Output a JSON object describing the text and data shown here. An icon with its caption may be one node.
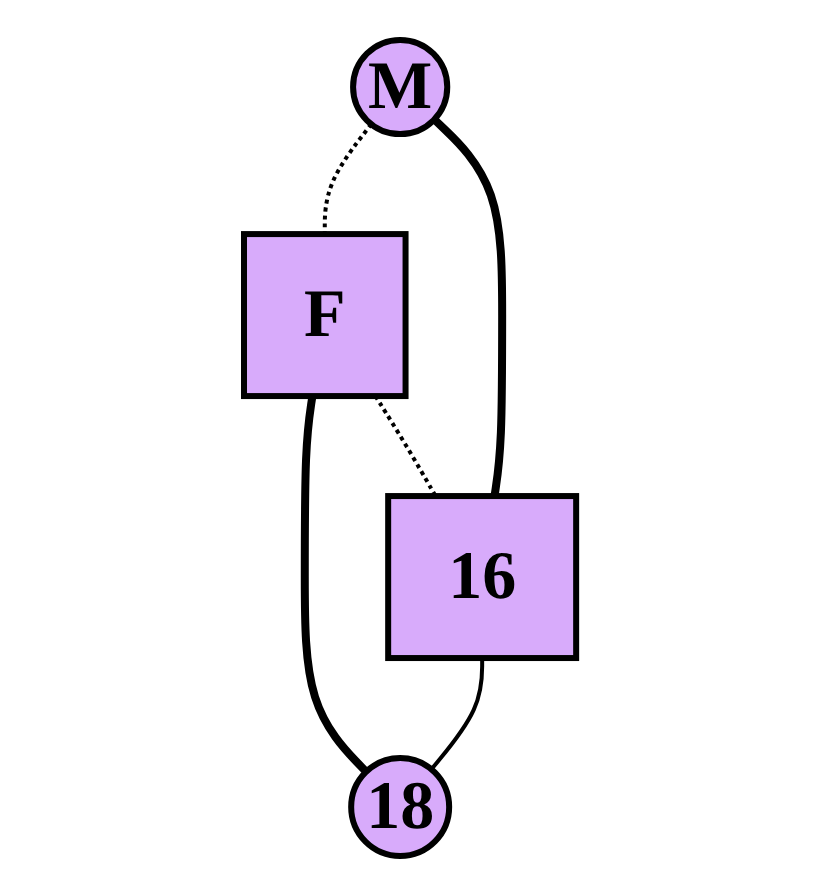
{
  "diagram": {
    "nodes": [
      {
        "text": [
          "M"
        ]
      },
      {
        "text": [
          "F"
        ]
      },
      {
        "text": [
          "16"
        ]
      },
      {
        "text": [
          "18"
        ]
      }
    ],
    "edges": [
      {
        "from": 0,
        "to": 1,
        "arrow": "none",
        "style": "dashed"
      },
      {
        "from": 1,
        "to": 2,
        "arrow": "none",
        "style": "dashed"
      },
      {
        "from": 0,
        "to": 2,
        "arrow": "none",
        "style": "thick"
      },
      {
        "from": 1,
        "to": 3,
        "arrow": "none",
        "style": "thick"
      },
      {
        "from": 2,
        "to": 3,
        "arrow": "none"
      }
    ]
  }
}
